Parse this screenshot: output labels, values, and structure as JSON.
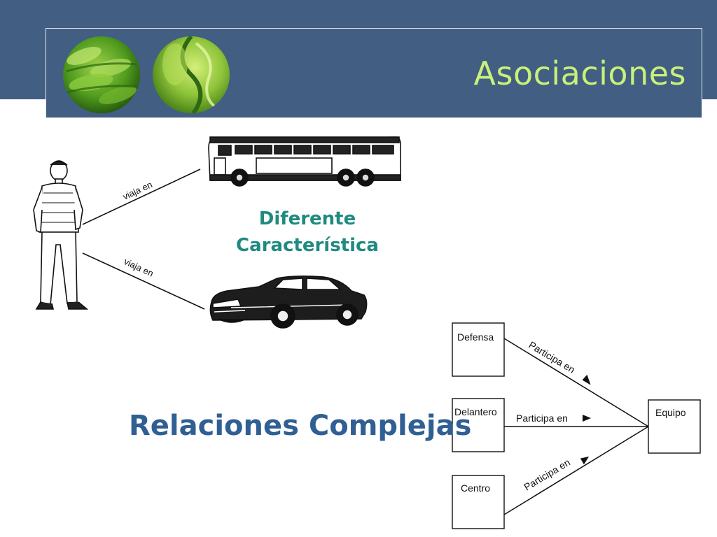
{
  "slide": {
    "title": "Asociaciones",
    "different_label_line1": "Diferente",
    "different_label_line2": "Característica",
    "complex_title": "Relaciones Complejas"
  },
  "travel_diagram": {
    "edge_label_bus": "viaja en",
    "edge_label_car": "viaja en",
    "icons": [
      "person-icon",
      "bus-icon",
      "car-icon"
    ]
  },
  "team_diagram": {
    "nodes": [
      "Defensa",
      "Delantero",
      "Centro",
      "Equipo"
    ],
    "edge_label_1": "Participa en",
    "edge_label_2": "Participa en",
    "edge_label_3": "Participa en"
  },
  "colors": {
    "header_blue": "#425e82",
    "title_green": "#c9f07a",
    "teal_label": "#1f8a80",
    "complex_blue": "#2f5f93"
  }
}
